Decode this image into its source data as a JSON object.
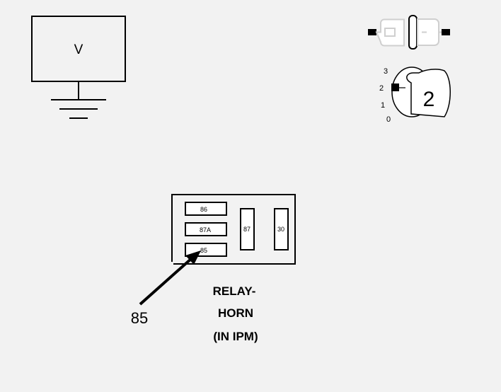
{
  "voltmeter": {
    "label": "V"
  },
  "ignition": {
    "positions": [
      "3",
      "2",
      "1",
      "0"
    ],
    "key_number": "2"
  },
  "relay": {
    "terminals": {
      "t86": "86",
      "t87a": "87A",
      "t85": "85",
      "t87": "87",
      "t30": "30"
    },
    "title_lines": [
      "RELAY-",
      "HORN",
      "(IN IPM)"
    ]
  },
  "callout": {
    "label": "85"
  }
}
